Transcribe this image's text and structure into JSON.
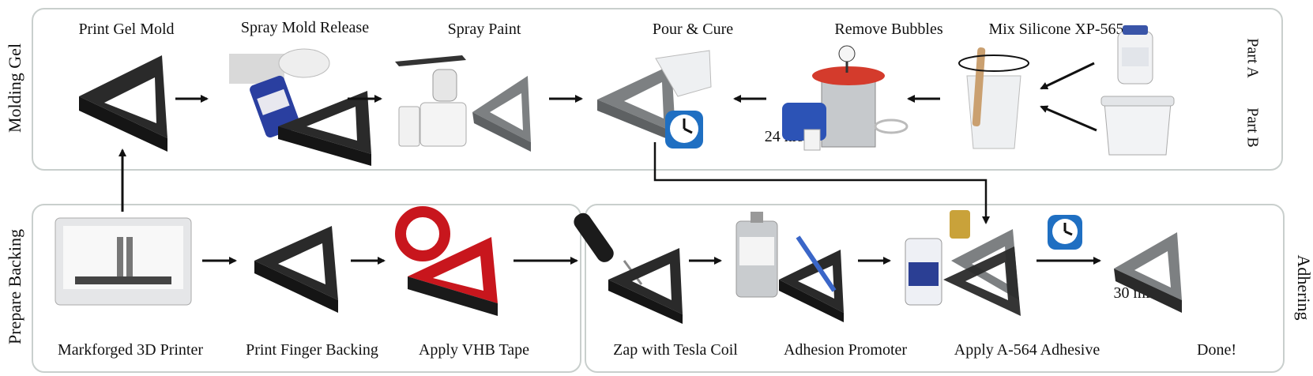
{
  "sections": {
    "molding": "Molding Gel",
    "backing": "Prepare Backing",
    "adhering": "Adhering"
  },
  "molding_steps": [
    "Print Gel Mold",
    "Spray Mold Release",
    "Spray Paint",
    "Pour & Cure",
    "Remove Bubbles",
    "Mix Silicone XP-565"
  ],
  "parts": [
    "Part A",
    "Part B"
  ],
  "cure_time": "24 hrs.",
  "backing_steps": [
    "Markforged 3D Printer",
    "Print Finger Backing",
    "Apply VHB Tape"
  ],
  "adhering_steps": [
    "Zap with Tesla Coil",
    "Adhesion Promoter",
    "Apply A-564 Adhesive",
    "Done!"
  ],
  "adhere_time": "30 min.",
  "colors": {
    "panel_border": "#c9cfcd",
    "black_part": "#2a2a2a",
    "gray_part": "#7d8082",
    "red_tape": "#c8161d",
    "clock_blue": "#1f6fc2"
  }
}
